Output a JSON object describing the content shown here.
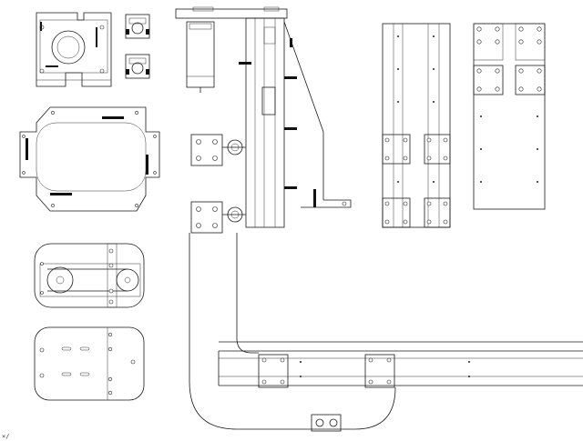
{
  "drawing": {
    "corner_mark": "×/",
    "line_color": "#1a1a1a",
    "background": "#ffffff"
  },
  "parts": [
    {
      "name": "motor-mount-bracket"
    },
    {
      "name": "bearing-block-pair"
    },
    {
      "name": "rounded-base-plate"
    },
    {
      "name": "belt-drive-plate"
    },
    {
      "name": "slotted-cover-plate"
    },
    {
      "name": "vertical-axis-assembly"
    },
    {
      "name": "linear-rail-pair"
    },
    {
      "name": "carriage-plate"
    },
    {
      "name": "horizontal-rail-assembly"
    }
  ]
}
